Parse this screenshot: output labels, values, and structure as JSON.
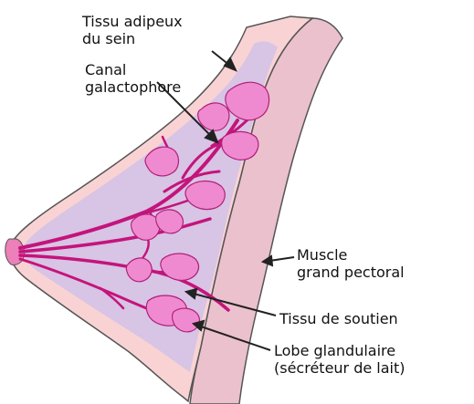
{
  "labels": {
    "adipose_tissue": {
      "line1": "Tissu adipeux",
      "line2": "du sein"
    },
    "milk_duct": {
      "line1": "Canal",
      "line2": "galactophore"
    },
    "pectoral_muscle": {
      "line1": "Muscle",
      "line2": "grand pectoral"
    },
    "support_tissue": {
      "line1": "Tissu de soutien"
    },
    "gland_lobe": {
      "line1": "Lobe glandulaire",
      "line2": "(sécréteur de lait)"
    }
  },
  "colors": {
    "adipose": "#f9d3d3",
    "support": "#d8c4e4",
    "muscle": "#ebc1cd",
    "lobule": "#f08ad0",
    "duct": "#c4147c",
    "outline": "#555555",
    "arrow": "#222222"
  }
}
